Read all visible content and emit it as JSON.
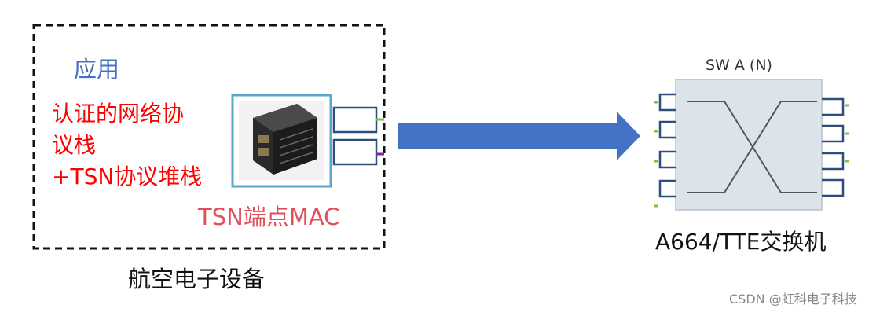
{
  "device": {
    "app_label": "应用",
    "stack_line_1": "认证的网络协",
    "stack_line_2": "议栈",
    "stack_line_3": "+TSN协议堆栈",
    "mac_label": "TSN端点MAC",
    "device_label": "航空电子设备"
  },
  "switch": {
    "title": "SW A (N)",
    "label": "A664/TTE交换机"
  },
  "watermark": "CSDN @虹科电子科技",
  "colors": {
    "arrow": "#4472c4",
    "port_outline": "#2e4e7e",
    "app_text": "#4472c4",
    "stack_text": "#ff0000",
    "mac_text": "#e0505a",
    "link_green": "#7cc142",
    "link_purple": "#7a2e8c",
    "switch_fill": "#dde3ea"
  },
  "icons": {
    "device_image": "avionics-module-icon",
    "flow_arrow": "right-arrow-icon"
  }
}
